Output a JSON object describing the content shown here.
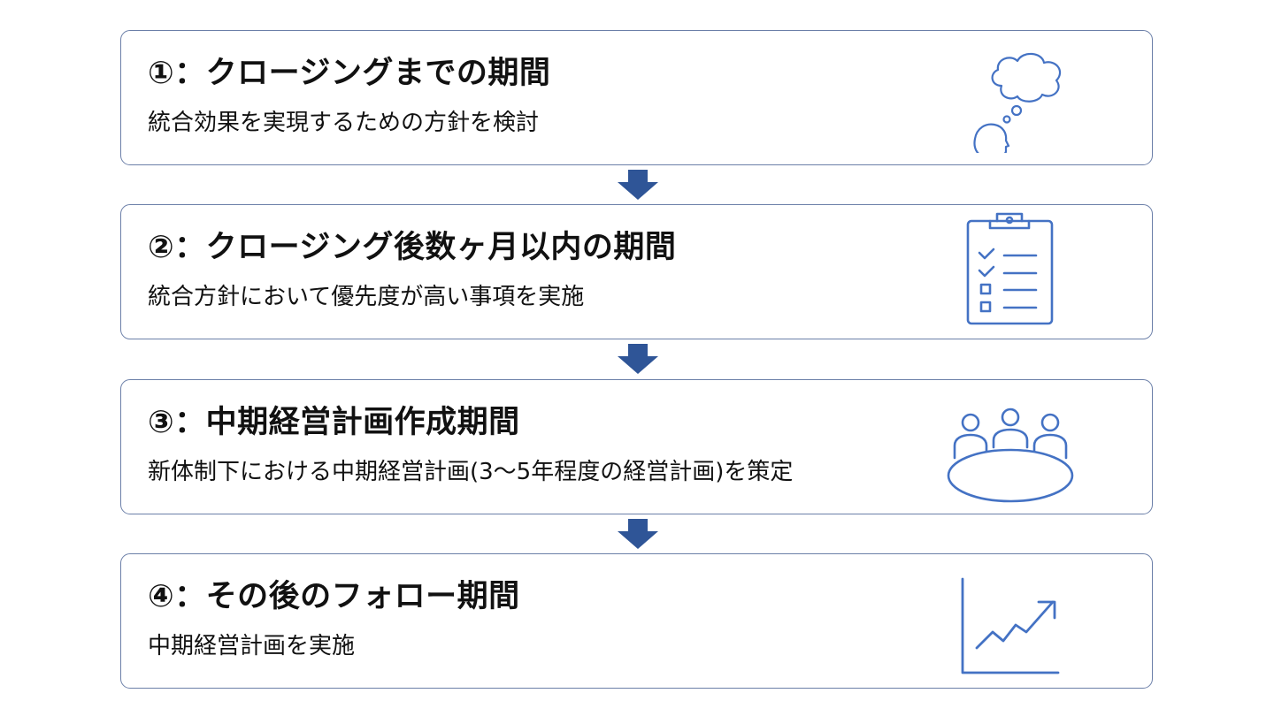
{
  "colors": {
    "accent": "#4472c4",
    "arrow": "#2f5597",
    "border": "#6b7fa8"
  },
  "steps": [
    {
      "title": "①：クロージングまでの期間",
      "description": "統合効果を実現するための方針を検討",
      "icon": "thinking-head-icon"
    },
    {
      "title": "②：クロージング後数ヶ月以内の期間",
      "description": "統合方針において優先度が高い事項を実施",
      "icon": "checklist-clipboard-icon"
    },
    {
      "title": "③：中期経営計画作成期間",
      "description": "新体制下における中期経営計画(3～5年程度の経営計画)を策定",
      "icon": "meeting-table-icon"
    },
    {
      "title": "④：その後のフォロー期間",
      "description": "中期経営計画を実施",
      "icon": "growth-chart-icon"
    }
  ]
}
